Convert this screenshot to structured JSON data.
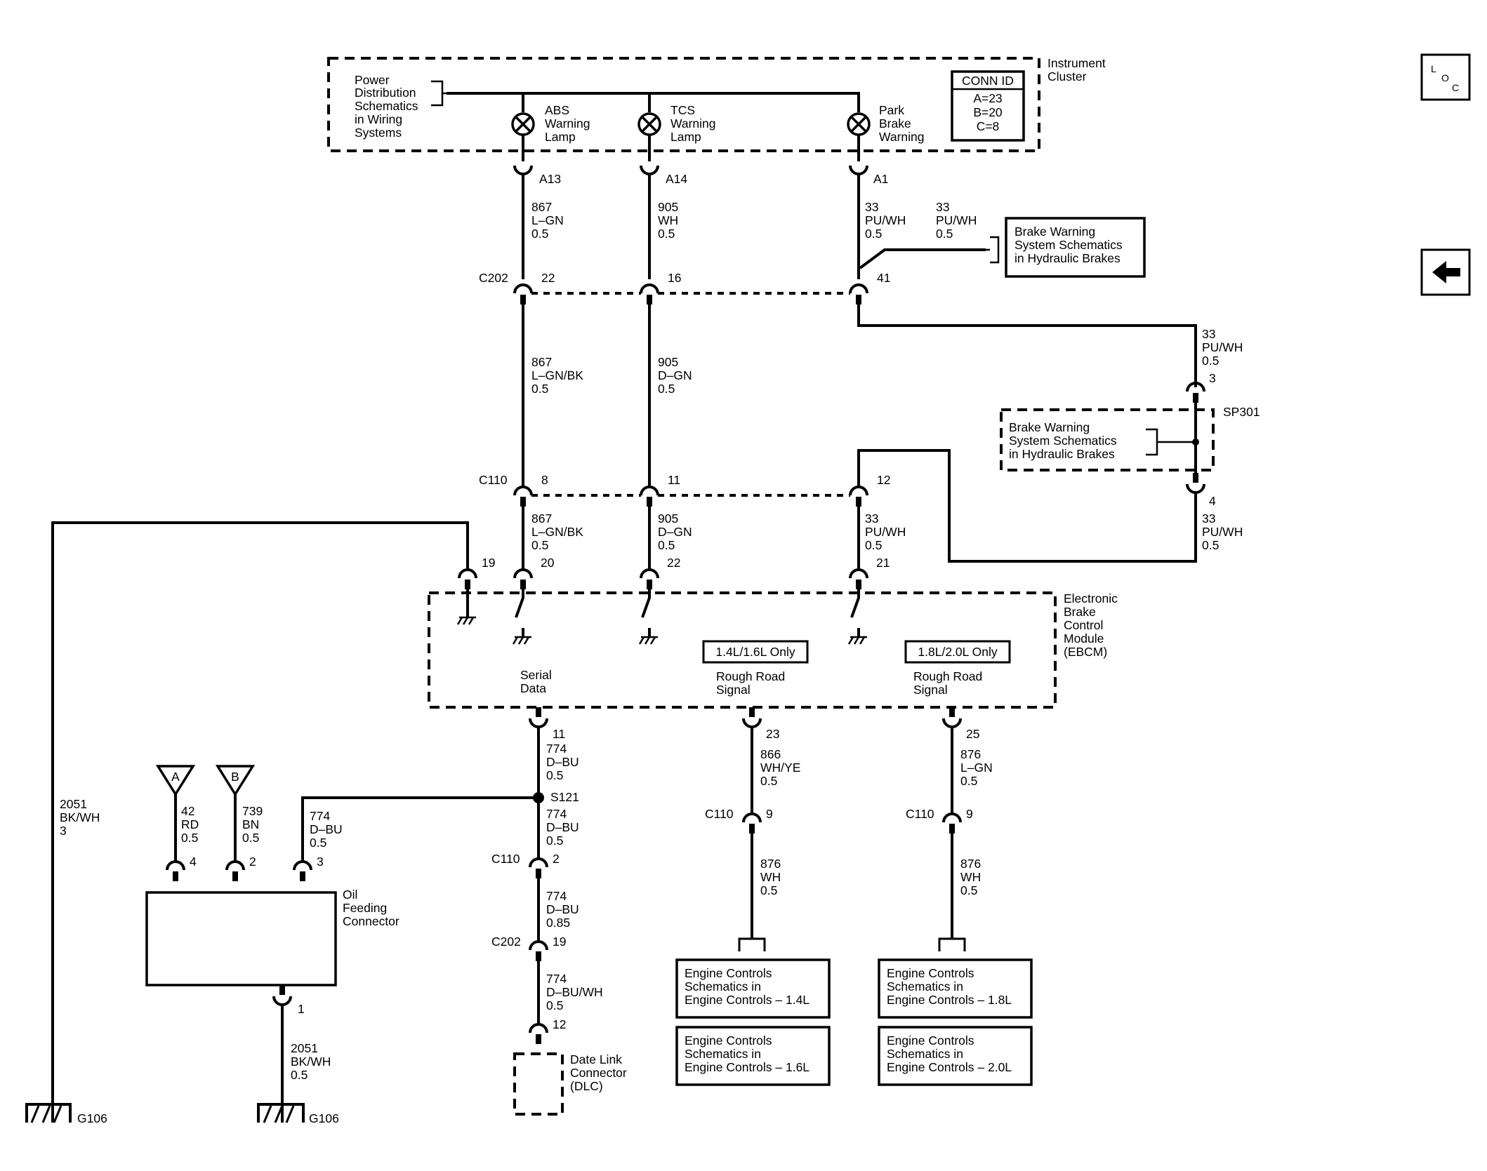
{
  "nav": {
    "loc_letters": [
      "L",
      "O",
      "C"
    ]
  },
  "cluster": {
    "title_lines": [
      "Instrument",
      "Cluster"
    ],
    "power_ref_lines": [
      "Power",
      "Distribution",
      "Schematics",
      "in Wiring",
      "Systems"
    ],
    "lamps": [
      {
        "lines": [
          "ABS",
          "Warning",
          "Lamp"
        ],
        "pin": "A13"
      },
      {
        "lines": [
          "TCS",
          "Warning",
          "Lamp"
        ],
        "pin": "A14"
      },
      {
        "lines": [
          "Park",
          "Brake",
          "Warning"
        ],
        "pin": "A1"
      }
    ],
    "conn_id": {
      "title": "CONN ID",
      "lines": [
        "A=23",
        "B=20",
        "C=8"
      ]
    }
  },
  "wires": {
    "cluster_to_c202": [
      [
        "867",
        "L–GN",
        "0.5"
      ],
      [
        "905",
        "WH",
        "0.5"
      ],
      [
        "33",
        "PU/WH",
        "0.5"
      ]
    ],
    "branch_to_brake_ref": [
      "33",
      "PU/WH",
      "0.5"
    ],
    "c202_to_c110": [
      [
        "867",
        "L–GN/BK",
        "0.5"
      ],
      [
        "905",
        "D–GN",
        "0.5"
      ]
    ],
    "to_sp301": [
      "33",
      "PU/WH",
      "0.5"
    ],
    "sp301_out": [
      "33",
      "PU/WH",
      "0.5"
    ],
    "c110_to_ebcm": [
      [
        "867",
        "L–GN/BK",
        "0.5"
      ],
      [
        "905",
        "D–GN",
        "0.5"
      ],
      [
        "33",
        "PU/WH",
        "0.5"
      ]
    ],
    "serial_1": [
      "774",
      "D–BU",
      "0.5"
    ],
    "serial_2": [
      "774",
      "D–BU",
      "0.5"
    ],
    "serial_3": [
      "774",
      "D–BU",
      "0.85"
    ],
    "serial_4": [
      "774",
      "D–BU/WH",
      "0.5"
    ],
    "to_oil_pin3": [
      "774",
      "D–BU",
      "0.5"
    ],
    "oil_pin4": [
      "42",
      "RD",
      "0.5"
    ],
    "oil_pin2": [
      "739",
      "BN",
      "0.5"
    ],
    "oil_ground": [
      "2051",
      "BK/WH",
      "0.5"
    ],
    "left_ground": [
      "2051",
      "BK/WH",
      "3"
    ],
    "rough_a_1": [
      "866",
      "WH/YE",
      "0.5"
    ],
    "rough_a_2": [
      "876",
      "WH",
      "0.5"
    ],
    "rough_b_1": [
      "876",
      "L–GN",
      "0.5"
    ],
    "rough_b_2": [
      "876",
      "WH",
      "0.5"
    ]
  },
  "brake_ref_top": [
    "Brake Warning",
    "System Schematics",
    "in Hydraulic Brakes"
  ],
  "brake_ref_sp301": [
    "Brake Warning",
    "System Schematics",
    "in Hydraulic Brakes"
  ],
  "connectors": {
    "c202": "C202",
    "c202_pins": [
      "22",
      "16",
      "41"
    ],
    "c110": "C110",
    "c110_pins": [
      "8",
      "11",
      "12"
    ],
    "sp301": "SP301",
    "sp301_pins": [
      "3",
      "4"
    ],
    "s121": "S121",
    "serial_c110": "C110",
    "serial_c110_pin": "2",
    "serial_c202": "C202",
    "serial_c202_pin": "19",
    "rough_a_c110": "C110",
    "rough_a_c110_pin": "9",
    "rough_b_c110": "C110",
    "rough_b_c110_pin": "9"
  },
  "ebcm": {
    "title_lines": [
      "Electronic",
      "Brake",
      "Control",
      "Module",
      "(EBCM)"
    ],
    "pins": [
      "19",
      "20",
      "22",
      "21",
      "11",
      "23",
      "25"
    ],
    "serial_label": [
      "Serial",
      "Data"
    ],
    "option_a": "1.4L/1.6L Only",
    "option_b": "1.8L/2.0L Only",
    "rough_a": [
      "Rough Road",
      "Signal"
    ],
    "rough_b": [
      "Rough Road",
      "Signal"
    ]
  },
  "oil": {
    "label_lines": [
      "Oil",
      "Feeding",
      "Connector"
    ],
    "pins": [
      "4",
      "2",
      "3",
      "1"
    ],
    "tri_a": "A",
    "tri_b": "B"
  },
  "grounds": {
    "left": "G106",
    "oil": "G106"
  },
  "dlc": {
    "lines": [
      "Date Link",
      "Connector",
      "(DLC)"
    ],
    "pin": "12"
  },
  "engine_refs": {
    "a1": [
      "Engine Controls",
      "Schematics in",
      "Engine Controls – 1.4L"
    ],
    "a2": [
      "Engine Controls",
      "Schematics in",
      "Engine Controls – 1.6L"
    ],
    "b1": [
      "Engine Controls",
      "Schematics in",
      "Engine Controls – 1.8L"
    ],
    "b2": [
      "Engine Controls",
      "Schematics in",
      "Engine Controls – 2.0L"
    ]
  }
}
